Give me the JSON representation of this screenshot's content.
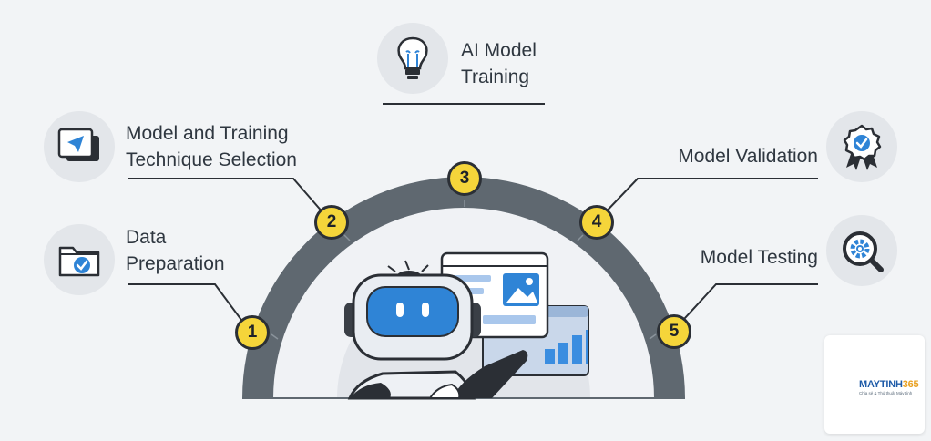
{
  "steps": [
    {
      "number": "1",
      "line1": "Data",
      "line2": "Preparation",
      "icon": "folder-check-icon"
    },
    {
      "number": "2",
      "line1": "Model and Training",
      "line2": "Technique Selection",
      "icon": "send-screen-icon"
    },
    {
      "number": "3",
      "line1": "AI Model",
      "line2": "Training",
      "icon": "lightbulb-icon"
    },
    {
      "number": "4",
      "line1": "Model Validation",
      "icon": "award-badge-icon"
    },
    {
      "number": "5",
      "line1": "Model Testing",
      "icon": "gear-search-icon"
    }
  ],
  "logo": {
    "name_main": "MAYTINH",
    "name_accent": "365",
    "tagline": "Chia sẻ & Thủ thuật Máy tính"
  },
  "colors": {
    "background": "#f2f4f6",
    "arc": "#5f6870",
    "badge": "#f5d53a",
    "robot_face": "#2f84d6",
    "text": "#2f3740"
  }
}
